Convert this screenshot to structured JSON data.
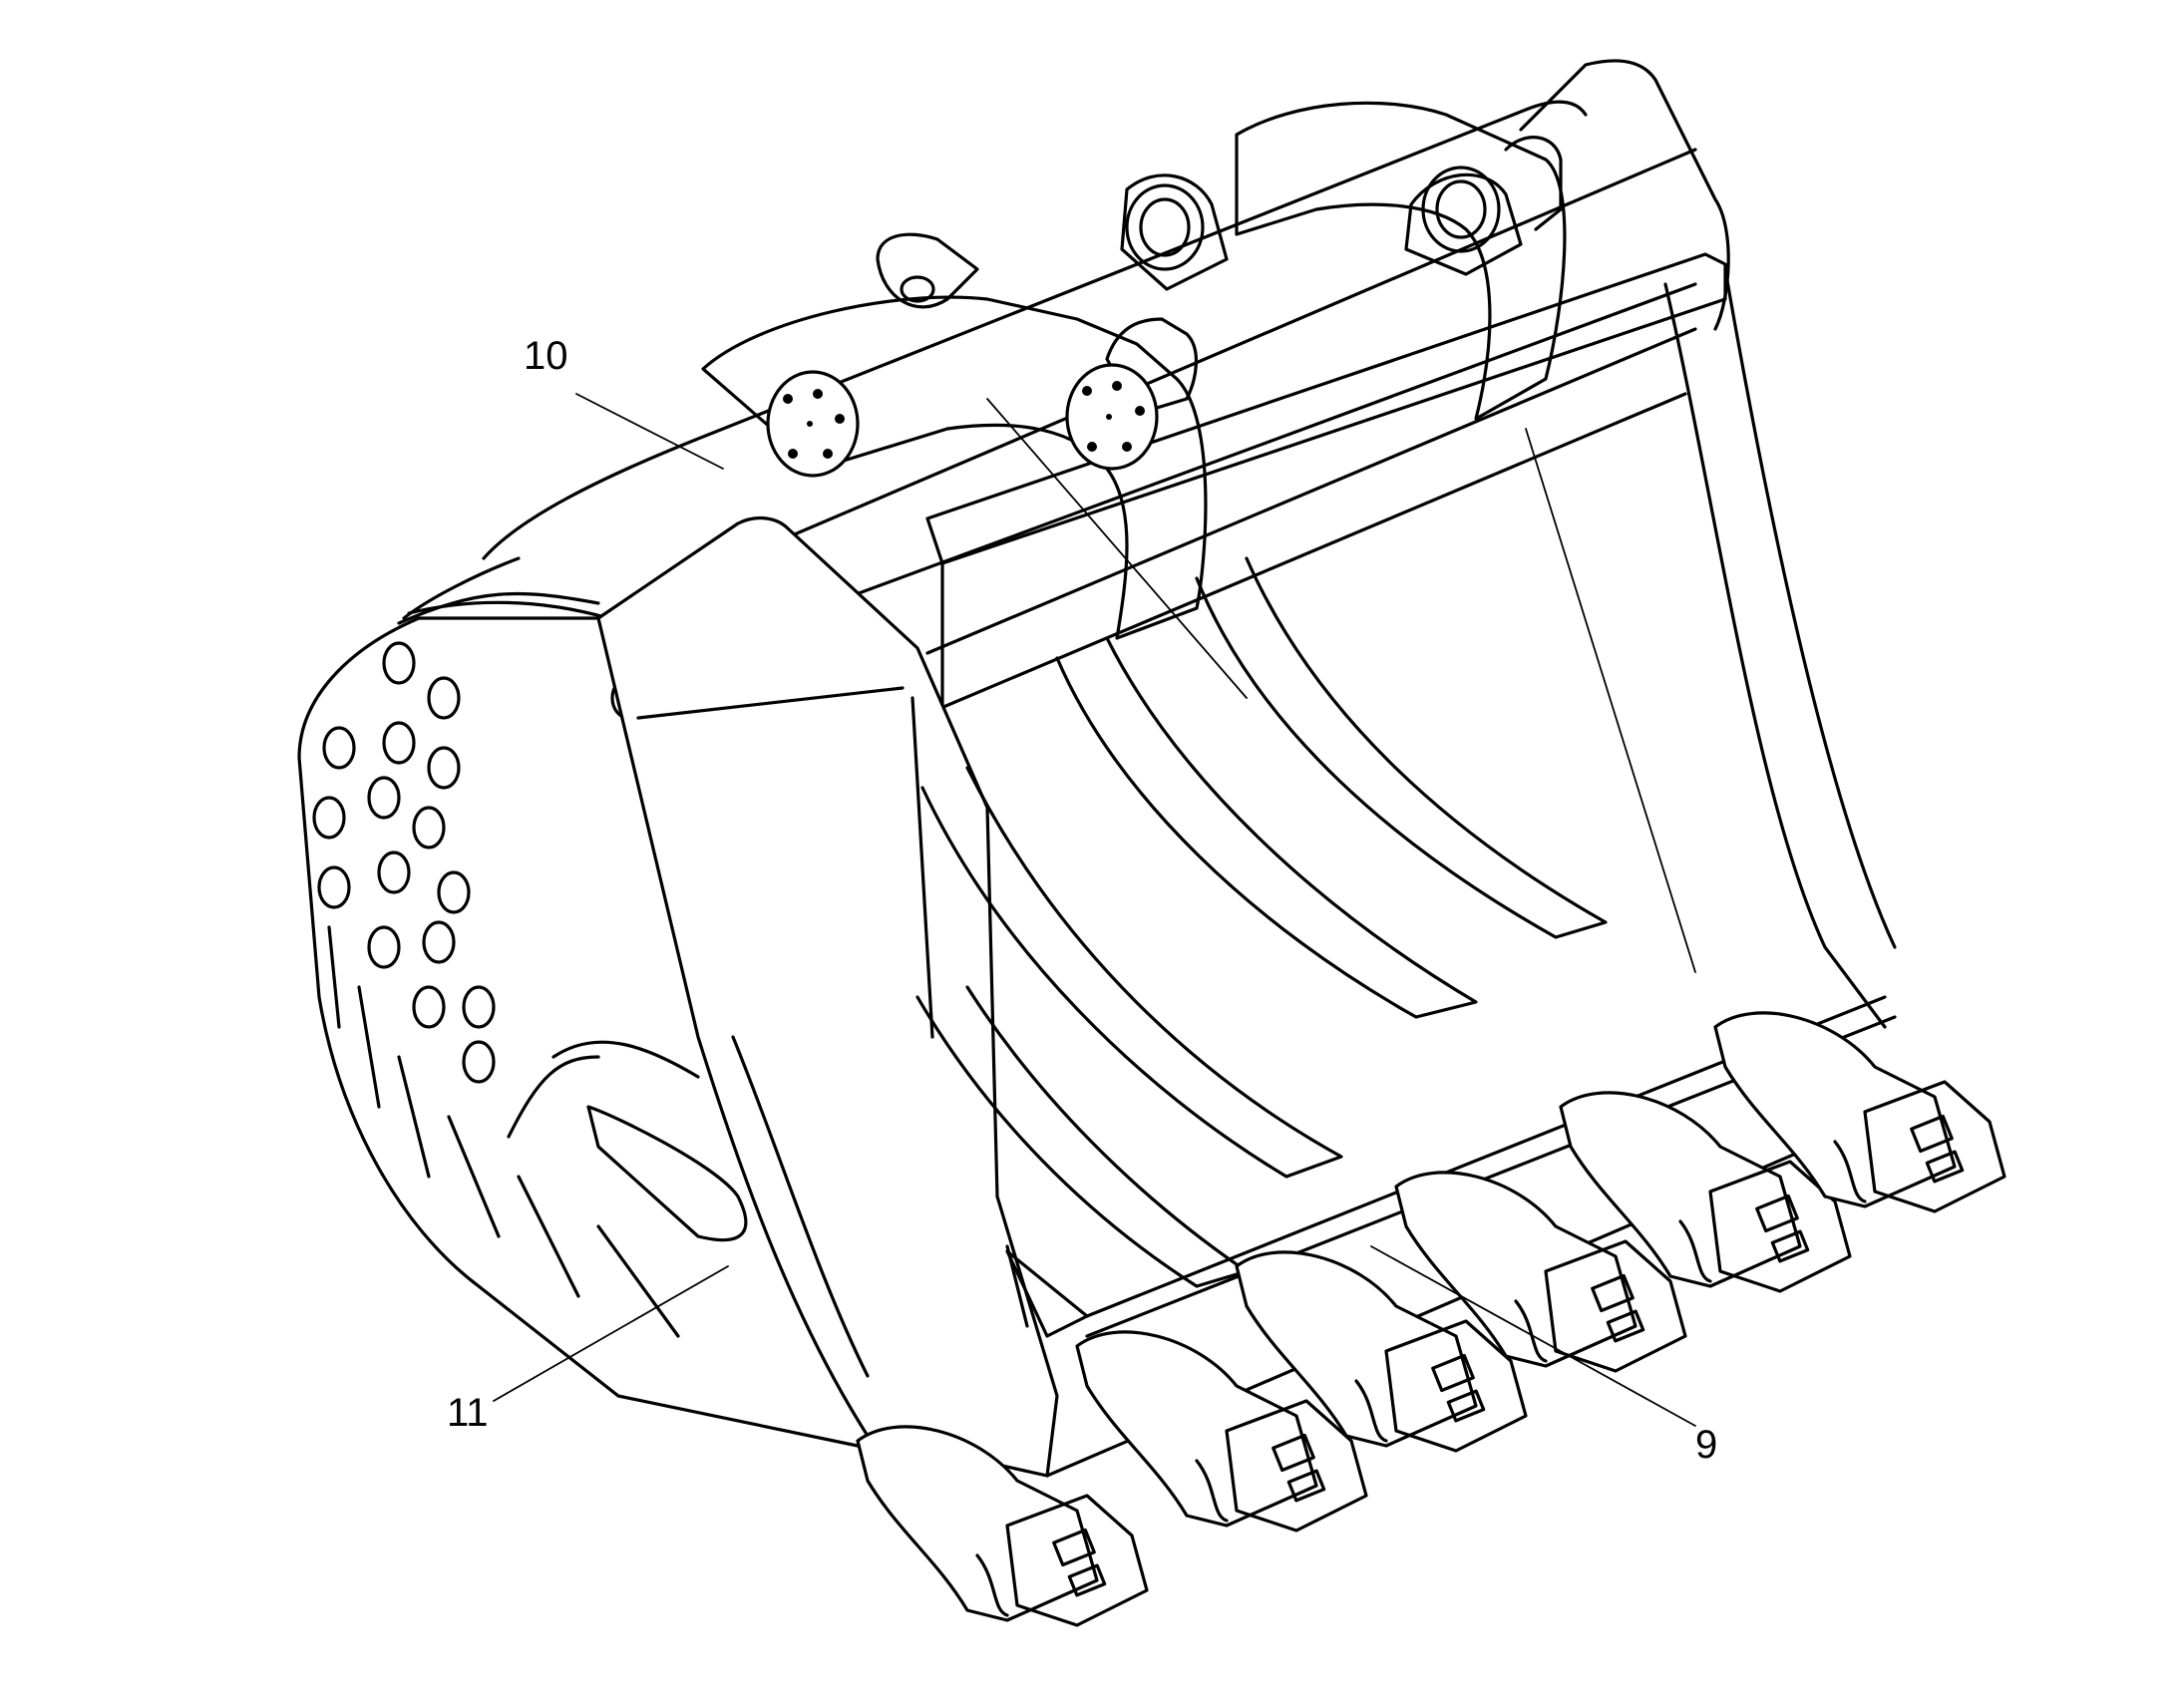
{
  "figure": {
    "callouts": [
      {
        "id": "callout-10",
        "label": "10"
      },
      {
        "id": "callout-11",
        "label": "11"
      },
      {
        "id": "callout-9",
        "label": "9"
      }
    ]
  }
}
